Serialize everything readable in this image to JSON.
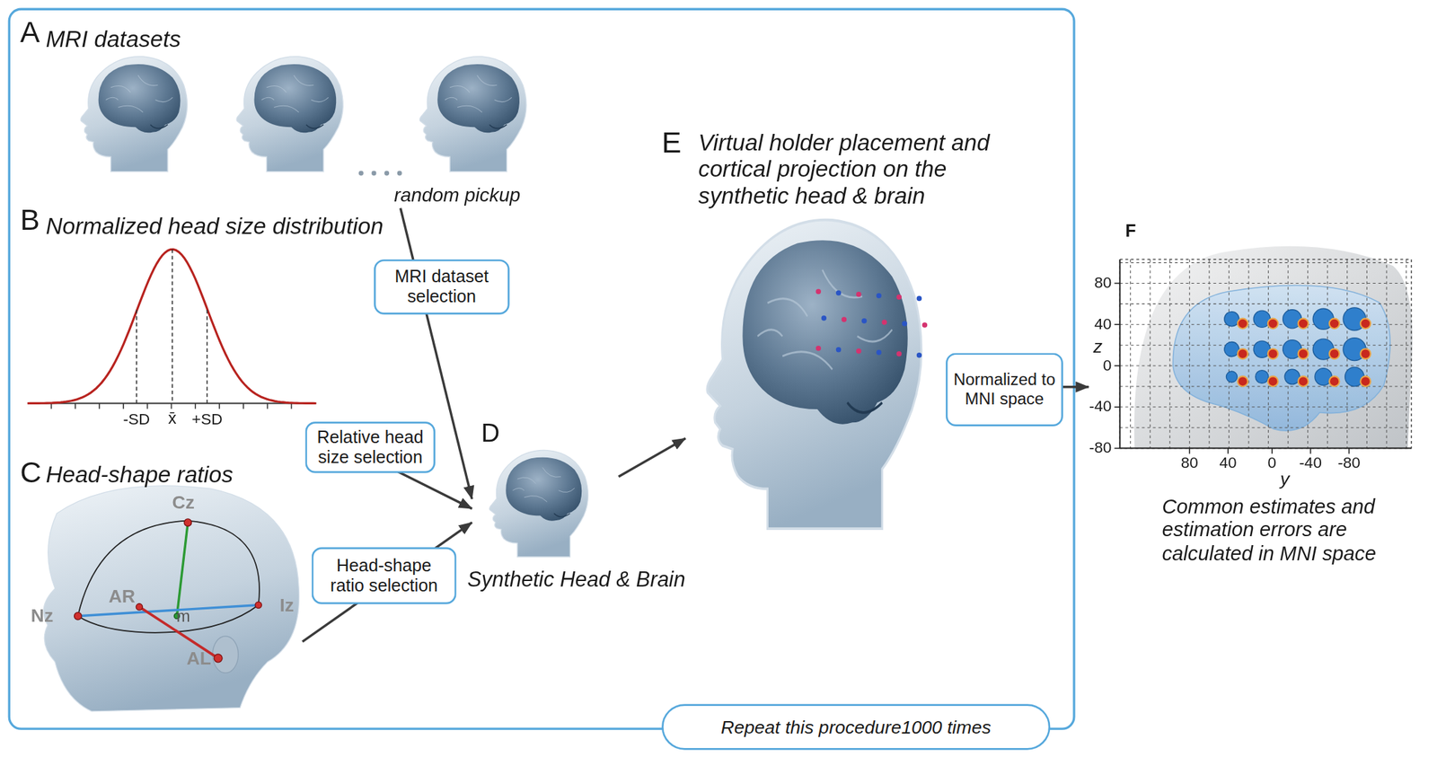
{
  "diagram": {
    "nodes": [
      {
        "text": [
          "A",
          "MRI datasets"
        ]
      },
      {
        "text": [
          "B",
          "Normalized head size distribution"
        ]
      },
      {
        "text": [
          "C",
          "Head-shape ratios"
        ]
      },
      {
        "text": [
          "D",
          "Synthetic Head & Brain"
        ]
      },
      {
        "text": [
          "E",
          "Virtual holder placement and cortical projection on the synthetic head & brain"
        ]
      },
      {
        "text": [
          "F",
          "Common estimates and estimation errors are calculated in MNI space"
        ]
      },
      {
        "text": [
          "Repeat this procedure1000 times"
        ]
      }
    ],
    "edges": [
      {
        "from": 0,
        "to": 3,
        "arrow": "to",
        "label": "MRI dataset selection"
      },
      {
        "from": 1,
        "to": 3,
        "arrow": "to",
        "label": "Relative head size selection"
      },
      {
        "from": 2,
        "to": 3,
        "arrow": "to",
        "label": "Head-shape ratio selection"
      },
      {
        "from": 3,
        "to": 4,
        "arrow": "to"
      },
      {
        "from": 4,
        "to": 5,
        "arrow": "to",
        "label": "Normalized to MNI space"
      }
    ],
    "labels": [
      "random pickup",
      "-SD",
      "x̄",
      "+SD",
      "Cz",
      "AR",
      "m",
      "Nz",
      "Iz",
      "AL",
      "80",
      "40",
      "0",
      "-40",
      "-80",
      "z",
      "80",
      "40",
      "0",
      "-40",
      "-80",
      "y"
    ]
  }
}
